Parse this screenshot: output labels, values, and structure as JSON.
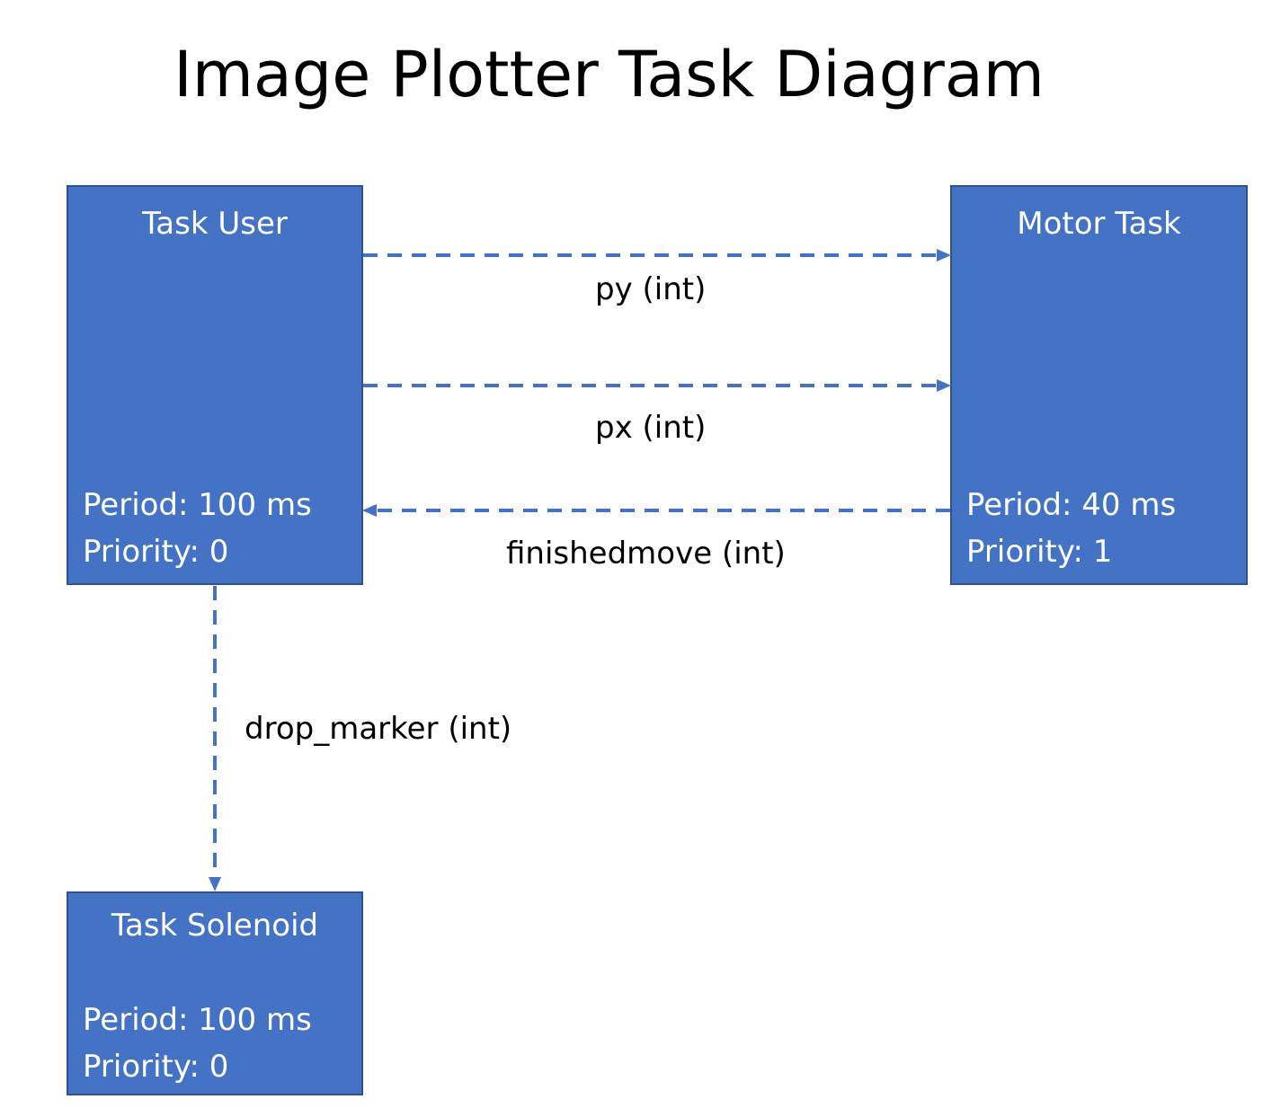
{
  "title": "Image Plotter Task Diagram",
  "tasks": {
    "user": {
      "name": "Task User",
      "period": "Period: 100 ms",
      "priority": "Priority: 0"
    },
    "motor": {
      "name": "Motor Task",
      "period": "Period: 40 ms",
      "priority": "Priority: 1"
    },
    "solenoid": {
      "name": "Task Solenoid",
      "period": "Period: 100 ms",
      "priority": "Priority: 0"
    }
  },
  "messages": {
    "py": "py (int)",
    "px": "px (int)",
    "finishedmove": "finishedmove (int)",
    "drop_marker": "drop_marker (int)"
  },
  "colors": {
    "box_fill": "#4472C4",
    "box_border": "#2F528F",
    "arrow": "#4472C4",
    "text_on_box": "#ffffff"
  }
}
